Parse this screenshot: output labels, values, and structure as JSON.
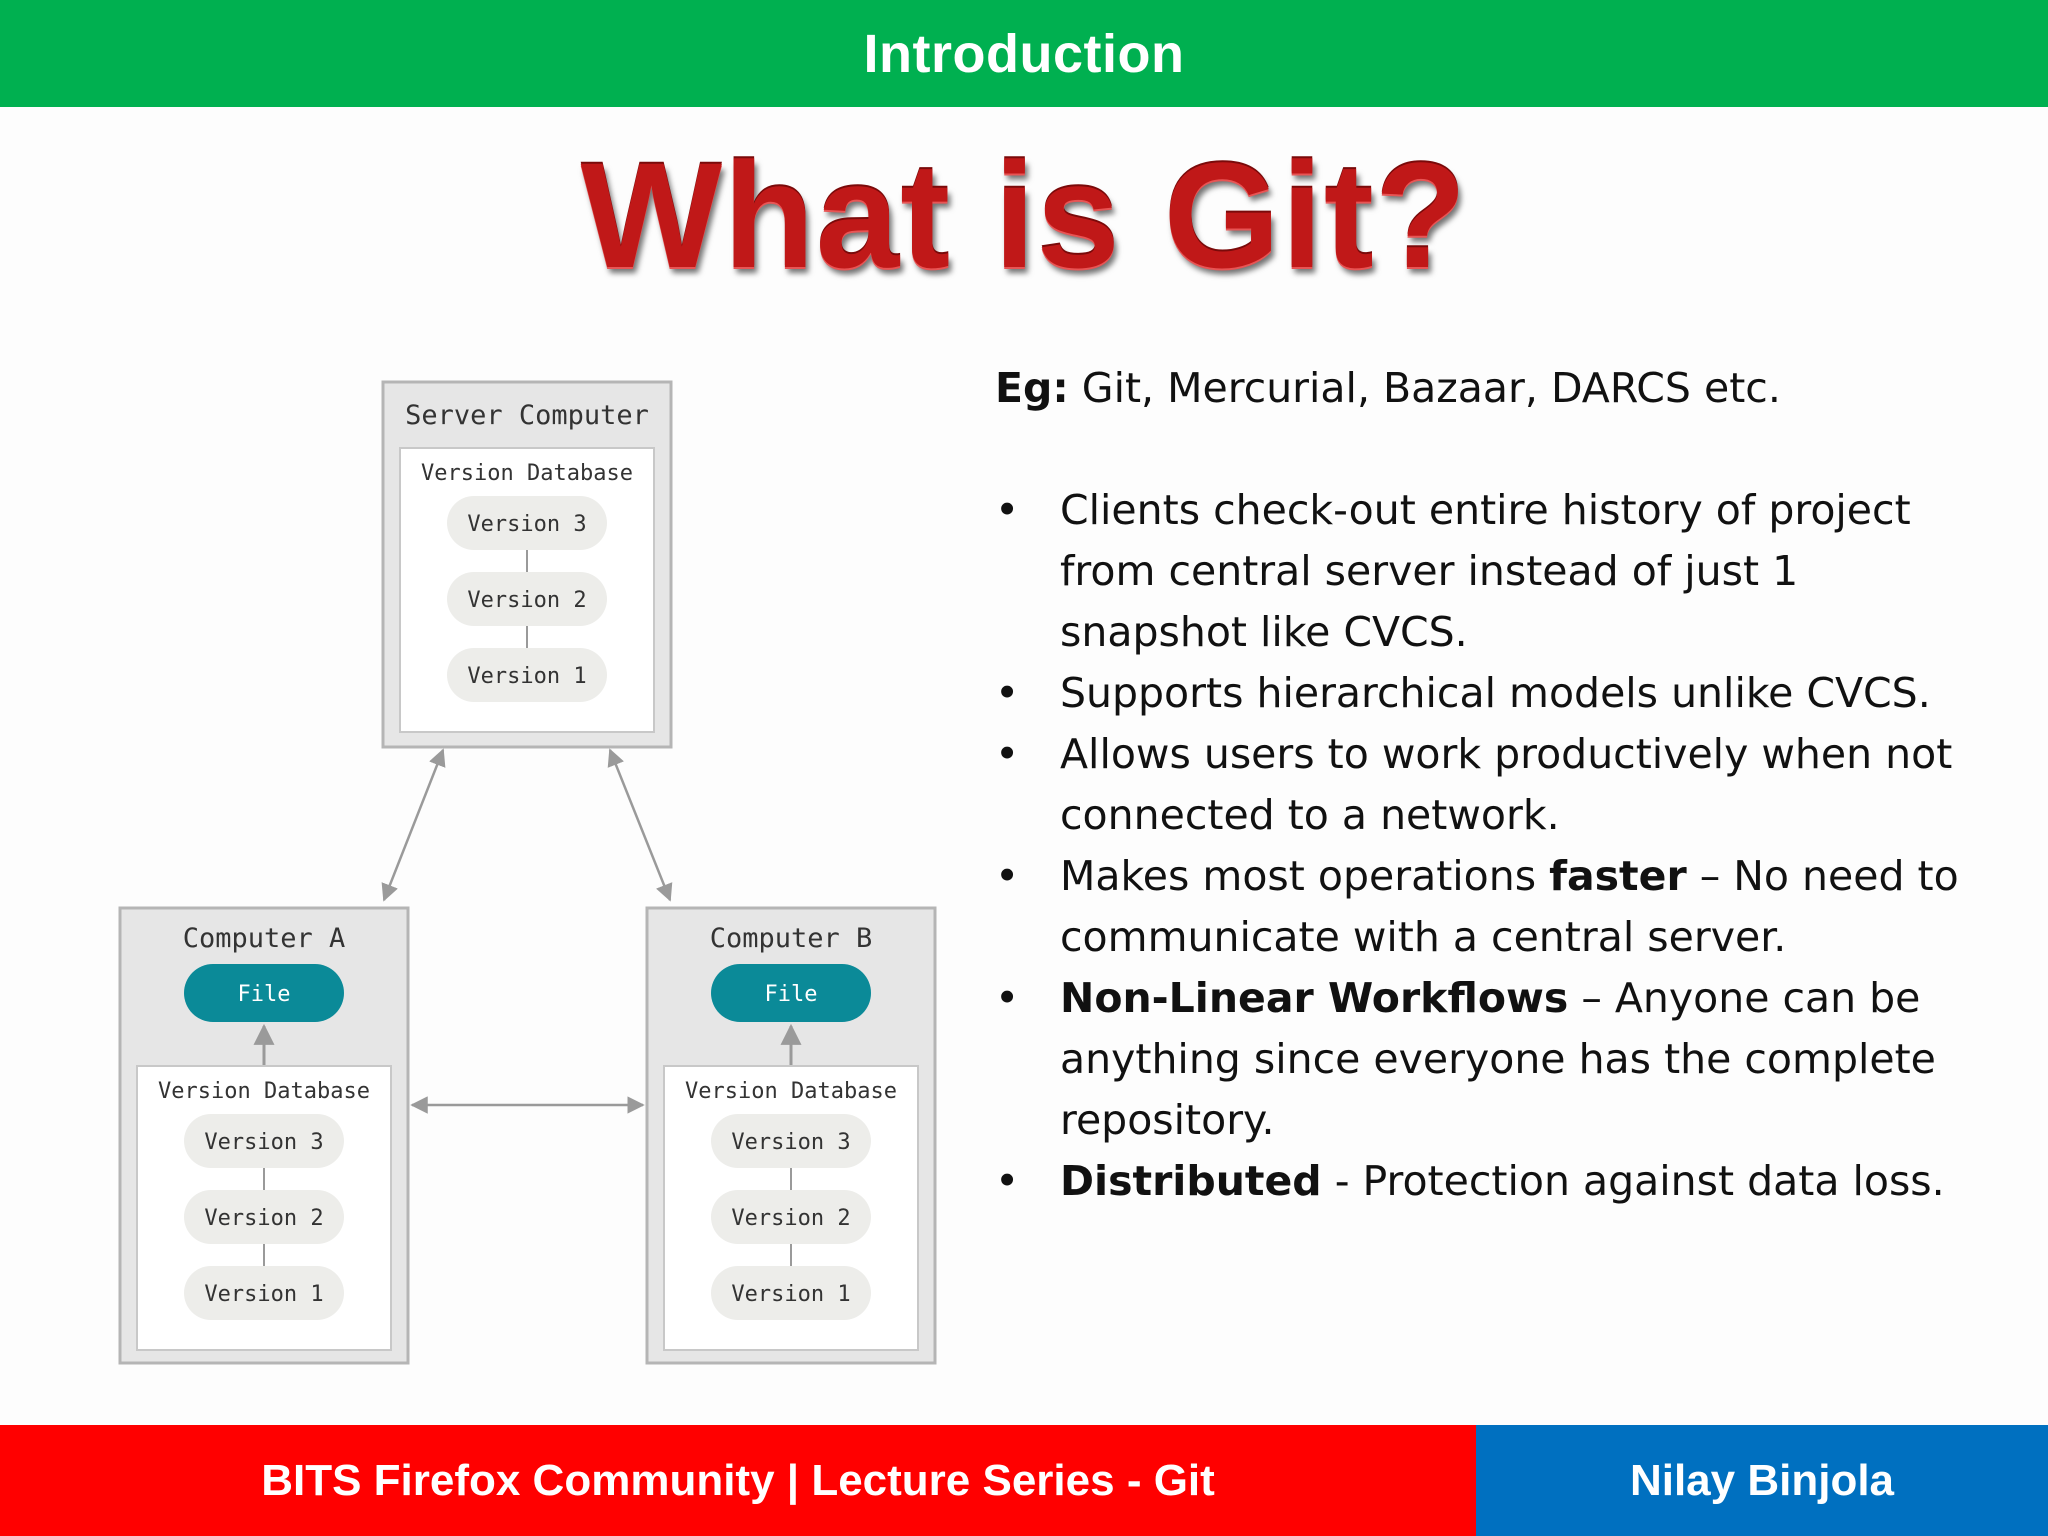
{
  "header": {
    "title": "Introduction"
  },
  "slide": {
    "title": "What is Git?"
  },
  "diagram": {
    "server": {
      "title": "Server Computer",
      "db_label": "Version Database",
      "versions": [
        "Version 3",
        "Version 2",
        "Version 1"
      ]
    },
    "computer_a": {
      "title": "Computer A",
      "file_label": "File",
      "db_label": "Version Database",
      "versions": [
        "Version 3",
        "Version 2",
        "Version 1"
      ]
    },
    "computer_b": {
      "title": "Computer B",
      "file_label": "File",
      "db_label": "Version Database",
      "versions": [
        "Version 3",
        "Version 2",
        "Version 1"
      ]
    },
    "colors": {
      "file_fill": "#0b8a98",
      "box_border": "#b5b5b5",
      "pill_fill": "#ededea"
    }
  },
  "content": {
    "eg_label": "Eg:",
    "eg_text": " Git, Mercurial, Bazaar, DARCS etc.",
    "bullet_glyph": "•",
    "bullets": [
      {
        "text": "Clients check-out entire history of project from central server instead of just 1 snapshot like CVCS."
      },
      {
        "text": "Supports hierarchical models unlike CVCS."
      },
      {
        "text": "Allows users to work productively when not connected to a network."
      },
      {
        "pre": "Makes most operations ",
        "bold": "faster",
        "post": " – No need to communicate with a central server."
      },
      {
        "bold": "Non-Linear Workflows",
        "post": " – Anyone can be anything since everyone has the complete repository."
      },
      {
        "bold": "Distributed",
        "post": " - Protection against data loss."
      }
    ]
  },
  "footer": {
    "left_text": "BITS Firefox Community | Lecture Series - Git",
    "right_text": "Nilay Binjola"
  }
}
